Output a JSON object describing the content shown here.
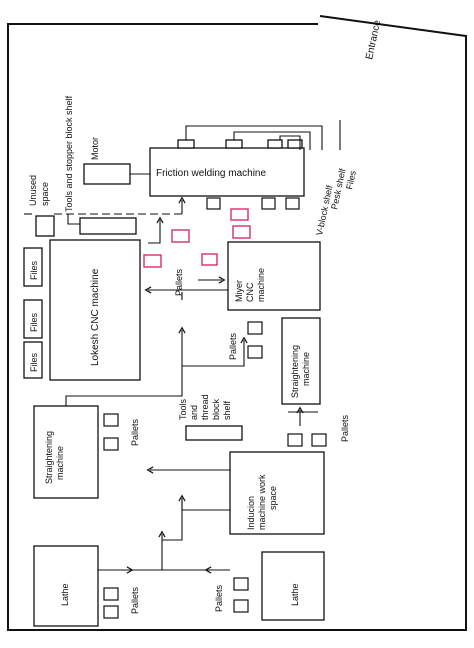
{
  "labels": {
    "entrance": "Entrance",
    "motor": "Motor",
    "friction_welding": "Friction welding machine",
    "unused_space": [
      "Unused",
      "space"
    ],
    "tools_stopper_shelf": "Tools and stopper block shelf",
    "vblock_shelf": "V-block shelf",
    "pesk_shelf": "Pesk shelf",
    "files_top_right": "Files",
    "lokesh_cnc": "Lokesh CNC machine",
    "files_left": [
      "Files",
      "Files",
      "Files"
    ],
    "pallets_upper": "Pallets",
    "miyer_cnc": [
      "Miyer",
      "CNC",
      "machine"
    ],
    "pallets_right": "Pallets",
    "straightening_right": [
      "Straightening",
      "machine"
    ],
    "tools_thread_shelf": [
      "Tools",
      "and",
      "thread",
      "block",
      "shelf"
    ],
    "straightening_left": [
      "Straightening",
      "machine"
    ],
    "pallets_left": "Pallets",
    "pallets_right_lower": "Pallets",
    "induction": [
      "Inducion",
      "machine work",
      "space"
    ],
    "lathe_left": "Lathe",
    "pallets_lathe_left": "Pallets",
    "pallets_lathe_right": "Pallets",
    "lathe_right": "Lathe"
  },
  "colors": {
    "line": "#111111",
    "highlight_pallet": "#d2306b"
  }
}
